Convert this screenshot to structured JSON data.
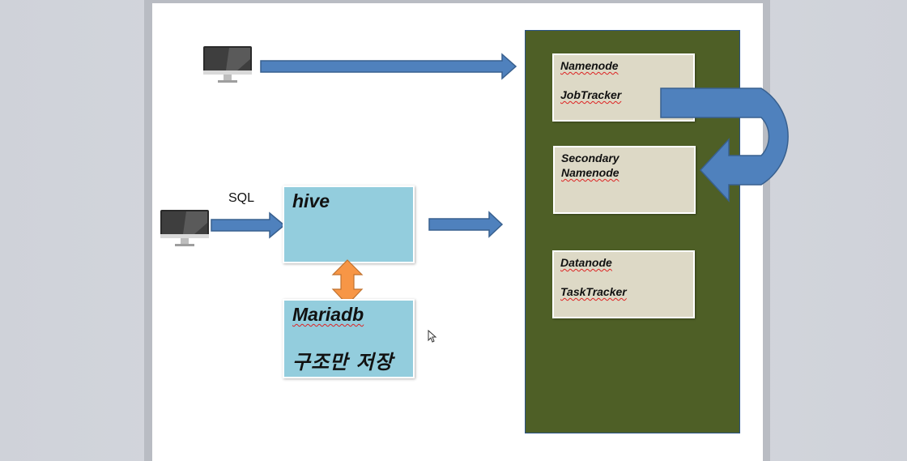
{
  "clients": {
    "sql_label": "SQL"
  },
  "hive": {
    "title": "hive"
  },
  "mariadb": {
    "title": "Mariadb",
    "caption": "구조만 저장"
  },
  "cluster": {
    "nodes": [
      {
        "line1": "Namenode",
        "line2": "JobTracker"
      },
      {
        "line1": "Secondary",
        "line2": "Namenode"
      },
      {
        "line1": "Datanode",
        "line2": "TaskTracker"
      }
    ]
  },
  "colors": {
    "arrow_blue": "#4f81bd",
    "arrow_orange": "#f79646",
    "cluster_green": "#4e5f26",
    "node_fill": "#ddd9c6",
    "hive_fill": "#93cddd"
  },
  "icons": [
    "monitor-icon",
    "monitor-icon",
    "mouse-cursor-icon"
  ]
}
